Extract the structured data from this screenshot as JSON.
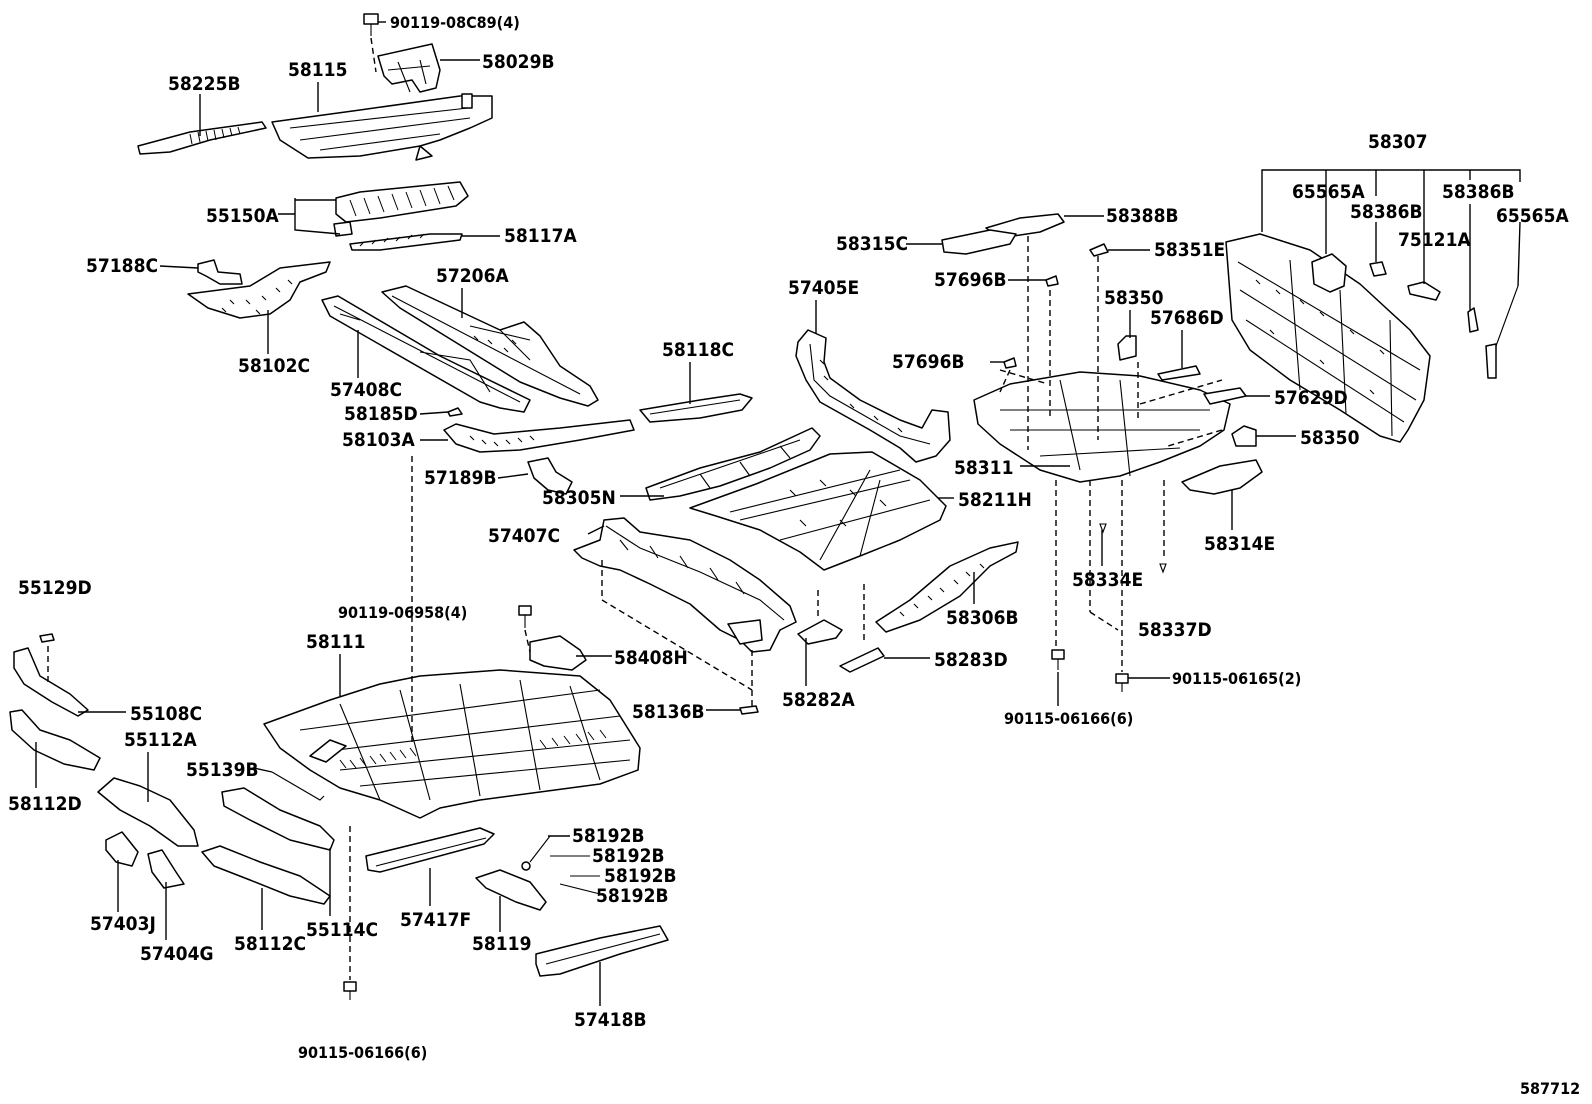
{
  "diagram_id": "587712",
  "labels": [
    {
      "id": "90119-08C89",
      "text": "90119-08C89(4)"
    },
    {
      "id": "58029B",
      "text": "58029B"
    },
    {
      "id": "58115",
      "text": "58115"
    },
    {
      "id": "58225B",
      "text": "58225B"
    },
    {
      "id": "55150A",
      "text": "55150A"
    },
    {
      "id": "58117A",
      "text": "58117A"
    },
    {
      "id": "57188C",
      "text": "57188C"
    },
    {
      "id": "58102C",
      "text": "58102C"
    },
    {
      "id": "57206A",
      "text": "57206A"
    },
    {
      "id": "57408C",
      "text": "57408C"
    },
    {
      "id": "58185D",
      "text": "58185D"
    },
    {
      "id": "58103A",
      "text": "58103A"
    },
    {
      "id": "58118C",
      "text": "58118C"
    },
    {
      "id": "57189B",
      "text": "57189B"
    },
    {
      "id": "57405E",
      "text": "57405E"
    },
    {
      "id": "58315C",
      "text": "58315C"
    },
    {
      "id": "57696B-a",
      "text": "57696B"
    },
    {
      "id": "57696B-b",
      "text": "57696B"
    },
    {
      "id": "58388B",
      "text": "58388B"
    },
    {
      "id": "58351E",
      "text": "58351E"
    },
    {
      "id": "58350-a",
      "text": "58350"
    },
    {
      "id": "57686D",
      "text": "57686D"
    },
    {
      "id": "58307",
      "text": "58307"
    },
    {
      "id": "65565A-a",
      "text": "65565A"
    },
    {
      "id": "58386B-a",
      "text": "58386B"
    },
    {
      "id": "58386B-b",
      "text": "58386B"
    },
    {
      "id": "75121A",
      "text": "75121A"
    },
    {
      "id": "65565A-b",
      "text": "65565A"
    },
    {
      "id": "57629D",
      "text": "57629D"
    },
    {
      "id": "58350-b",
      "text": "58350"
    },
    {
      "id": "58311",
      "text": "58311"
    },
    {
      "id": "58314E",
      "text": "58314E"
    },
    {
      "id": "58305N",
      "text": "58305N"
    },
    {
      "id": "58211H",
      "text": "58211H"
    },
    {
      "id": "57407C",
      "text": "57407C"
    },
    {
      "id": "58334E",
      "text": "58334E"
    },
    {
      "id": "58306B",
      "text": "58306B"
    },
    {
      "id": "58337D",
      "text": "58337D"
    },
    {
      "id": "90119-06958",
      "text": "90119-06958(4)"
    },
    {
      "id": "58111",
      "text": "58111"
    },
    {
      "id": "58408H",
      "text": "58408H"
    },
    {
      "id": "58283D",
      "text": "58283D"
    },
    {
      "id": "90115-06165",
      "text": "90115-06165(2)"
    },
    {
      "id": "58136B",
      "text": "58136B"
    },
    {
      "id": "58282A",
      "text": "58282A"
    },
    {
      "id": "90115-06166-a",
      "text": "90115-06166(6)"
    },
    {
      "id": "55129D",
      "text": "55129D"
    },
    {
      "id": "55108C",
      "text": "55108C"
    },
    {
      "id": "55112A",
      "text": "55112A"
    },
    {
      "id": "58112D",
      "text": "58112D"
    },
    {
      "id": "55139B",
      "text": "55139B"
    },
    {
      "id": "58192B-a",
      "text": "58192B"
    },
    {
      "id": "58192B-b",
      "text": "58192B"
    },
    {
      "id": "58192B-c",
      "text": "58192B"
    },
    {
      "id": "58192B-d",
      "text": "58192B"
    },
    {
      "id": "57403J",
      "text": "57403J"
    },
    {
      "id": "57404G",
      "text": "57404G"
    },
    {
      "id": "58112C",
      "text": "58112C"
    },
    {
      "id": "55114C",
      "text": "55114C"
    },
    {
      "id": "57417F",
      "text": "57417F"
    },
    {
      "id": "58119",
      "text": "58119"
    },
    {
      "id": "57418B",
      "text": "57418B"
    },
    {
      "id": "90115-06166-b",
      "text": "90115-06166(6)"
    }
  ]
}
